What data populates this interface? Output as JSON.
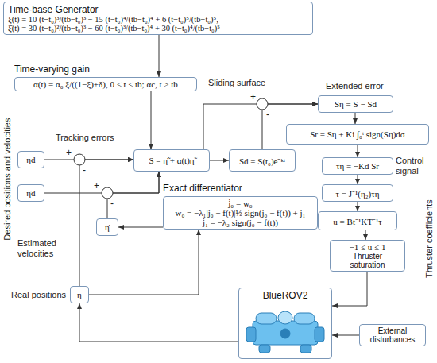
{
  "diagram": {
    "nodes": [
      {
        "text": [
          "Time-base Generator",
          "ξ(t) = 10 (t−t₀)³/(tb−t₀)³ − 15 (t−t₀)⁴/(tb−t₀)⁴ + 6 (t−t₀)⁵/(tb−t₀)⁵,",
          "ξ̇(t) = 30 (t−t₀)²/(tb−t₀)³ − 60 (t−t₀)³/(tb−t₀)⁴ + 30 (t−t₀)⁴/(tb−t₀)⁵"
        ]
      },
      {
        "text": [
          "Time-varying gain",
          "α(t) = α₀ ξ/((1−ξ)+δ),  0 ≤ t ≤ tb;   αc,  t > tb"
        ]
      },
      {
        "text": [
          "ηd"
        ]
      },
      {
        "text": [
          "η̇d"
        ]
      },
      {
        "text": [
          "S = η̃̇ + α(t)η̃"
        ]
      },
      {
        "text": [
          "Sd = S(t₀)e⁻ᵏᵗ"
        ]
      },
      {
        "text": [
          "Sη = S − Sd"
        ]
      },
      {
        "text": [
          "Sr = Sη + Ki ∫₀ᵗ sign(Sη)dσ"
        ]
      },
      {
        "text": [
          "τη = −Kd Sr"
        ]
      },
      {
        "text": [
          "τ = J⁻¹(η₂)τη"
        ]
      },
      {
        "text": [
          "u = Bt⁻¹KT⁻¹τ"
        ]
      },
      {
        "text": [
          "−1 ≤ u ≤ 1",
          "Thruster saturation"
        ]
      },
      {
        "text": [
          "Exact differentiator",
          "j̇₀ = w₀",
          "w₀ = −λ₁|j₀ − f(t)|½ sign(j₀ − f(t)) + j₁",
          "j̇₁ = −λ₂ sign(j₀ − f(t))"
        ]
      },
      {
        "text": [
          "η̇"
        ]
      },
      {
        "text": [
          "η"
        ]
      },
      {
        "text": [
          "BlueROV2"
        ]
      },
      {
        "text": [
          "External disturbances"
        ]
      }
    ],
    "edges": [
      {
        "from": 0,
        "to": 1,
        "arrow": "to"
      },
      {
        "from": 1,
        "to": 4,
        "arrow": "to"
      },
      {
        "from": 2,
        "to": 4,
        "arrow": "to"
      },
      {
        "from": 3,
        "to": 4,
        "arrow": "to"
      },
      {
        "from": 14,
        "to": 4,
        "arrow": "to"
      },
      {
        "from": 13,
        "to": 4,
        "arrow": "to"
      },
      {
        "from": 4,
        "to": 5,
        "arrow": "to"
      },
      {
        "from": 4,
        "to": 6,
        "arrow": "to"
      },
      {
        "from": 5,
        "to": 6,
        "arrow": "to"
      },
      {
        "from": 6,
        "to": 7,
        "arrow": "to"
      },
      {
        "from": 7,
        "to": 8,
        "arrow": "to"
      },
      {
        "from": 8,
        "to": 9,
        "arrow": "to"
      },
      {
        "from": 9,
        "to": 10,
        "arrow": "to"
      },
      {
        "from": 10,
        "to": 11,
        "arrow": "to"
      },
      {
        "from": 11,
        "to": 15,
        "arrow": "to"
      },
      {
        "from": 16,
        "to": 15,
        "arrow": "to"
      },
      {
        "from": 15,
        "to": 14,
        "arrow": "to"
      },
      {
        "from": 14,
        "to": 12,
        "arrow": "to"
      },
      {
        "from": 12,
        "to": 13,
        "arrow": "to"
      }
    ],
    "labels": [
      "Desired positions and velocities",
      "Tracking errors",
      "+",
      "-",
      "+",
      "-",
      "Sliding surface",
      "+",
      "-",
      "Extended error",
      "Control signal",
      "Thruster coefficients",
      "Estimated velocities",
      "Real positions"
    ]
  }
}
